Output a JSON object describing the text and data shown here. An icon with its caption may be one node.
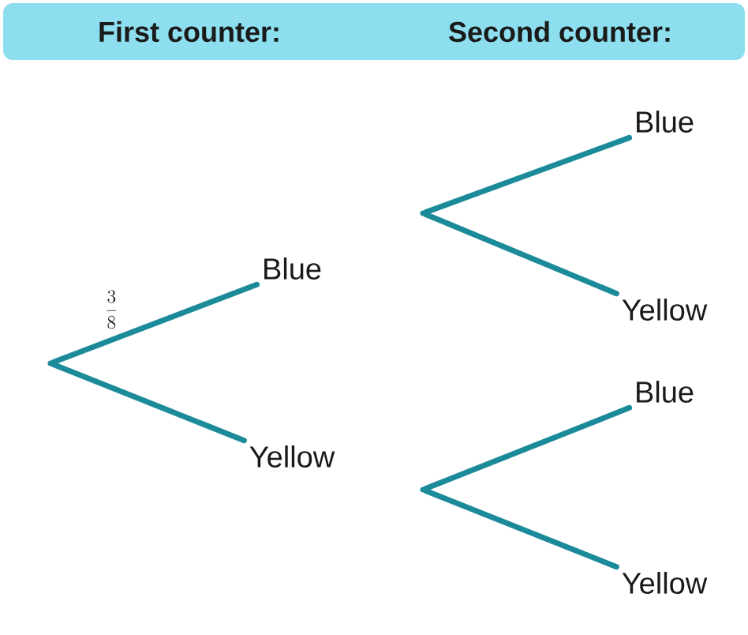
{
  "diagram": {
    "nodes": [
      {
        "text": [
          "First counter:",
          "Second counter:"
        ]
      },
      {
        "text": [],
        "shape": "point"
      },
      {
        "text": [
          "Blue"
        ]
      },
      {
        "text": [
          "Yellow"
        ]
      },
      {
        "text": [],
        "shape": "point"
      },
      {
        "text": [
          "Blue"
        ]
      },
      {
        "text": [
          "Yellow"
        ]
      },
      {
        "text": [],
        "shape": "point"
      },
      {
        "text": [
          "Blue"
        ]
      },
      {
        "text": [
          "Yellow"
        ]
      }
    ],
    "edges": [
      {
        "from": 1,
        "to": 2,
        "arrow": "none",
        "label": "\\frac{3}{8}"
      },
      {
        "from": 1,
        "to": 3,
        "arrow": "none"
      },
      {
        "from": 4,
        "to": 5,
        "arrow": "none"
      },
      {
        "from": 4,
        "to": 6,
        "arrow": "none"
      },
      {
        "from": 7,
        "to": 8,
        "arrow": "none"
      },
      {
        "from": 7,
        "to": 9,
        "arrow": "none"
      }
    ]
  }
}
